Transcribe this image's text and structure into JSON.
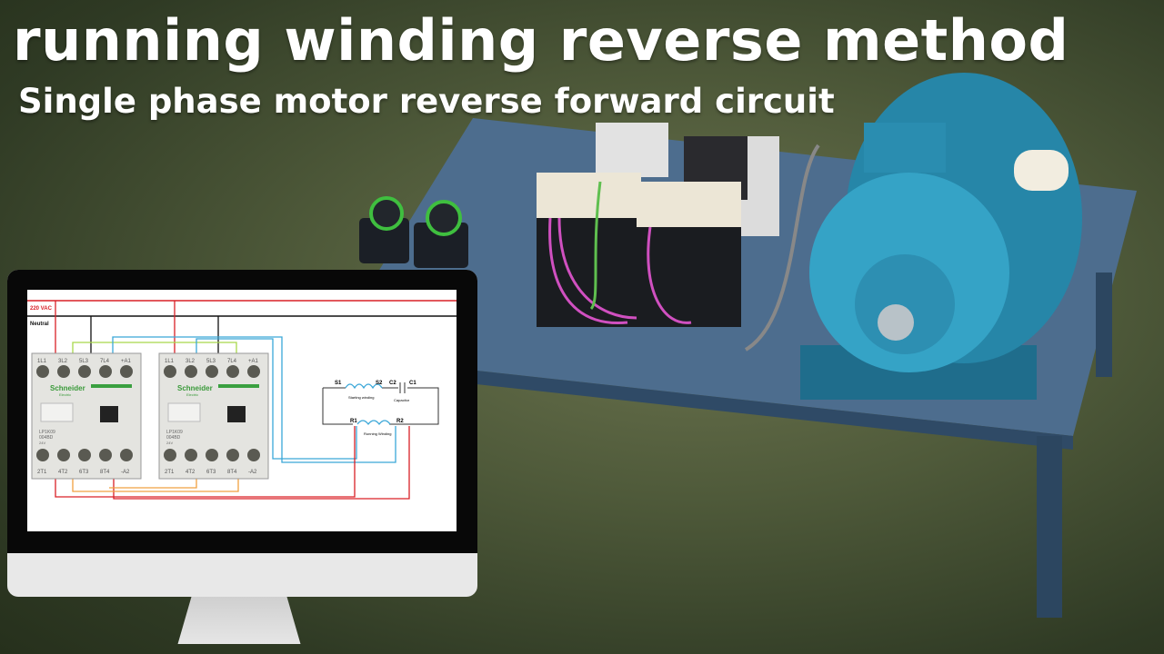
{
  "title": "running winding reverse method",
  "subtitle": "Single phase motor reverse forward circuit",
  "diagram": {
    "supply_label": "220 VAC",
    "neutral_label": "Neutral",
    "contactor": {
      "brand": "Schneider",
      "brand_sub": "Electric",
      "model_line1": "LP1K09",
      "model_line2": "004BD",
      "voltage": "24V",
      "top_terminals": [
        "1L1",
        "3L2",
        "5L3",
        "7L4",
        "+A1"
      ],
      "bottom_terminals": [
        "2T1",
        "4T2",
        "6T3",
        "8T4",
        "-A2"
      ]
    },
    "motor": {
      "s1": "S1",
      "s2": "S2",
      "c2": "C2",
      "c1": "C1",
      "starting_winding": "Starting winding",
      "capacitor": "Capacitor",
      "r1": "R1",
      "r2": "R2",
      "running_winding": "Running Winding"
    }
  },
  "colors": {
    "line": "#d92027",
    "neutral": "#111111",
    "blue": "#3aa7d8",
    "green": "#a8d84a",
    "orange": "#f0a040",
    "motor": "#2e8db0",
    "table": "#4a6c8c"
  }
}
